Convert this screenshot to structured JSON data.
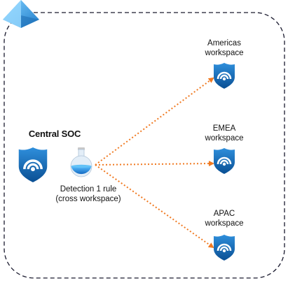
{
  "central": {
    "title": "Central SOC",
    "rule_line1": "Detection 1 rule",
    "rule_line2": "(cross workspace)"
  },
  "workspaces": [
    {
      "line1": "Americas",
      "line2": "workspace",
      "icon": "sentinel-shield-icon"
    },
    {
      "line1": "EMEA",
      "line2": "workspace",
      "icon": "sentinel-shield-icon"
    },
    {
      "line1": "APAC",
      "line2": "workspace",
      "icon": "sentinel-shield-icon"
    }
  ],
  "colors": {
    "boundary": "#1a1a2e",
    "arrow": "#f07a22",
    "shield_dark": "#0a5ea8",
    "shield_light": "#2f8fdc",
    "azure_logo": "#3aa0e6"
  }
}
